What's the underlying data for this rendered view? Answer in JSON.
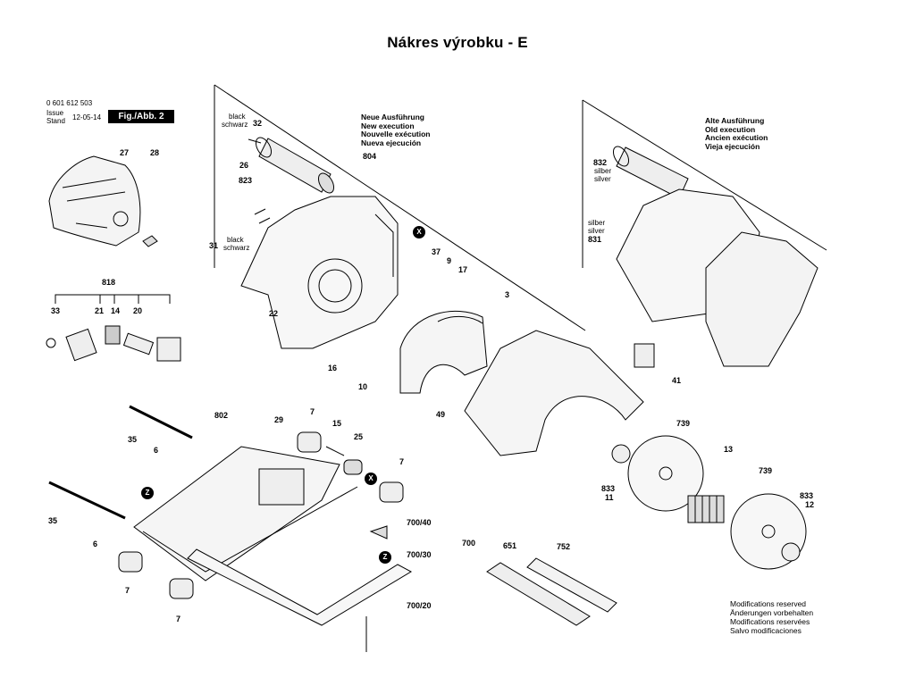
{
  "title": "Nákres výrobku - E",
  "header": {
    "part_number": "0 601 612 503",
    "issue_label_1": "Issue",
    "issue_label_2": "Stand",
    "issue_date": "12-05-14",
    "figure": "Fig./Abb. 2"
  },
  "new_execution": [
    "Neue Ausführung",
    "New execution",
    "Nouvelle exécution",
    "Nueva ejecución"
  ],
  "old_execution": [
    "Alte Ausführung",
    "Old execution",
    "Ancien exécution",
    "Vieja ejecución"
  ],
  "notes": {
    "black_schwarz_1": "black",
    "black_schwarz_2": "schwarz",
    "silber_silver_1": "silber",
    "silber_silver_2": "silver"
  },
  "modifications": [
    "Modifications reserved",
    "Änderungen vorbehalten",
    "Modifications reservées",
    "Salvo modificaciones"
  ],
  "markers": {
    "x": "X",
    "z": "Z"
  },
  "labels": {
    "l27": "27",
    "l28": "28",
    "l818": "818",
    "l33": "33",
    "l21": "21",
    "l14": "14",
    "l20": "20",
    "l32": "32",
    "l26": "26",
    "l823": "823",
    "l31": "31",
    "l22": "22",
    "l804": "804",
    "l37": "37",
    "l9": "9",
    "l17": "17",
    "l3": "3",
    "l16": "16",
    "l10": "10",
    "l49": "49",
    "l832": "832",
    "l831": "831",
    "l41": "41",
    "l739a": "739",
    "l13": "13",
    "l739b": "739",
    "l833a": "833",
    "l11": "11",
    "l833b": "833",
    "l12": "12",
    "l802": "802",
    "l35a": "35",
    "l6a": "6",
    "l29": "29",
    "l7a": "7",
    "l15": "15",
    "l25": "25",
    "l7b": "7",
    "l35b": "35",
    "l6b": "6",
    "l7c": "7",
    "l7d": "7",
    "l700_40": "700/40",
    "l700": "700",
    "l700_30": "700/30",
    "l700_20": "700/20",
    "l651": "651",
    "l752": "752"
  }
}
